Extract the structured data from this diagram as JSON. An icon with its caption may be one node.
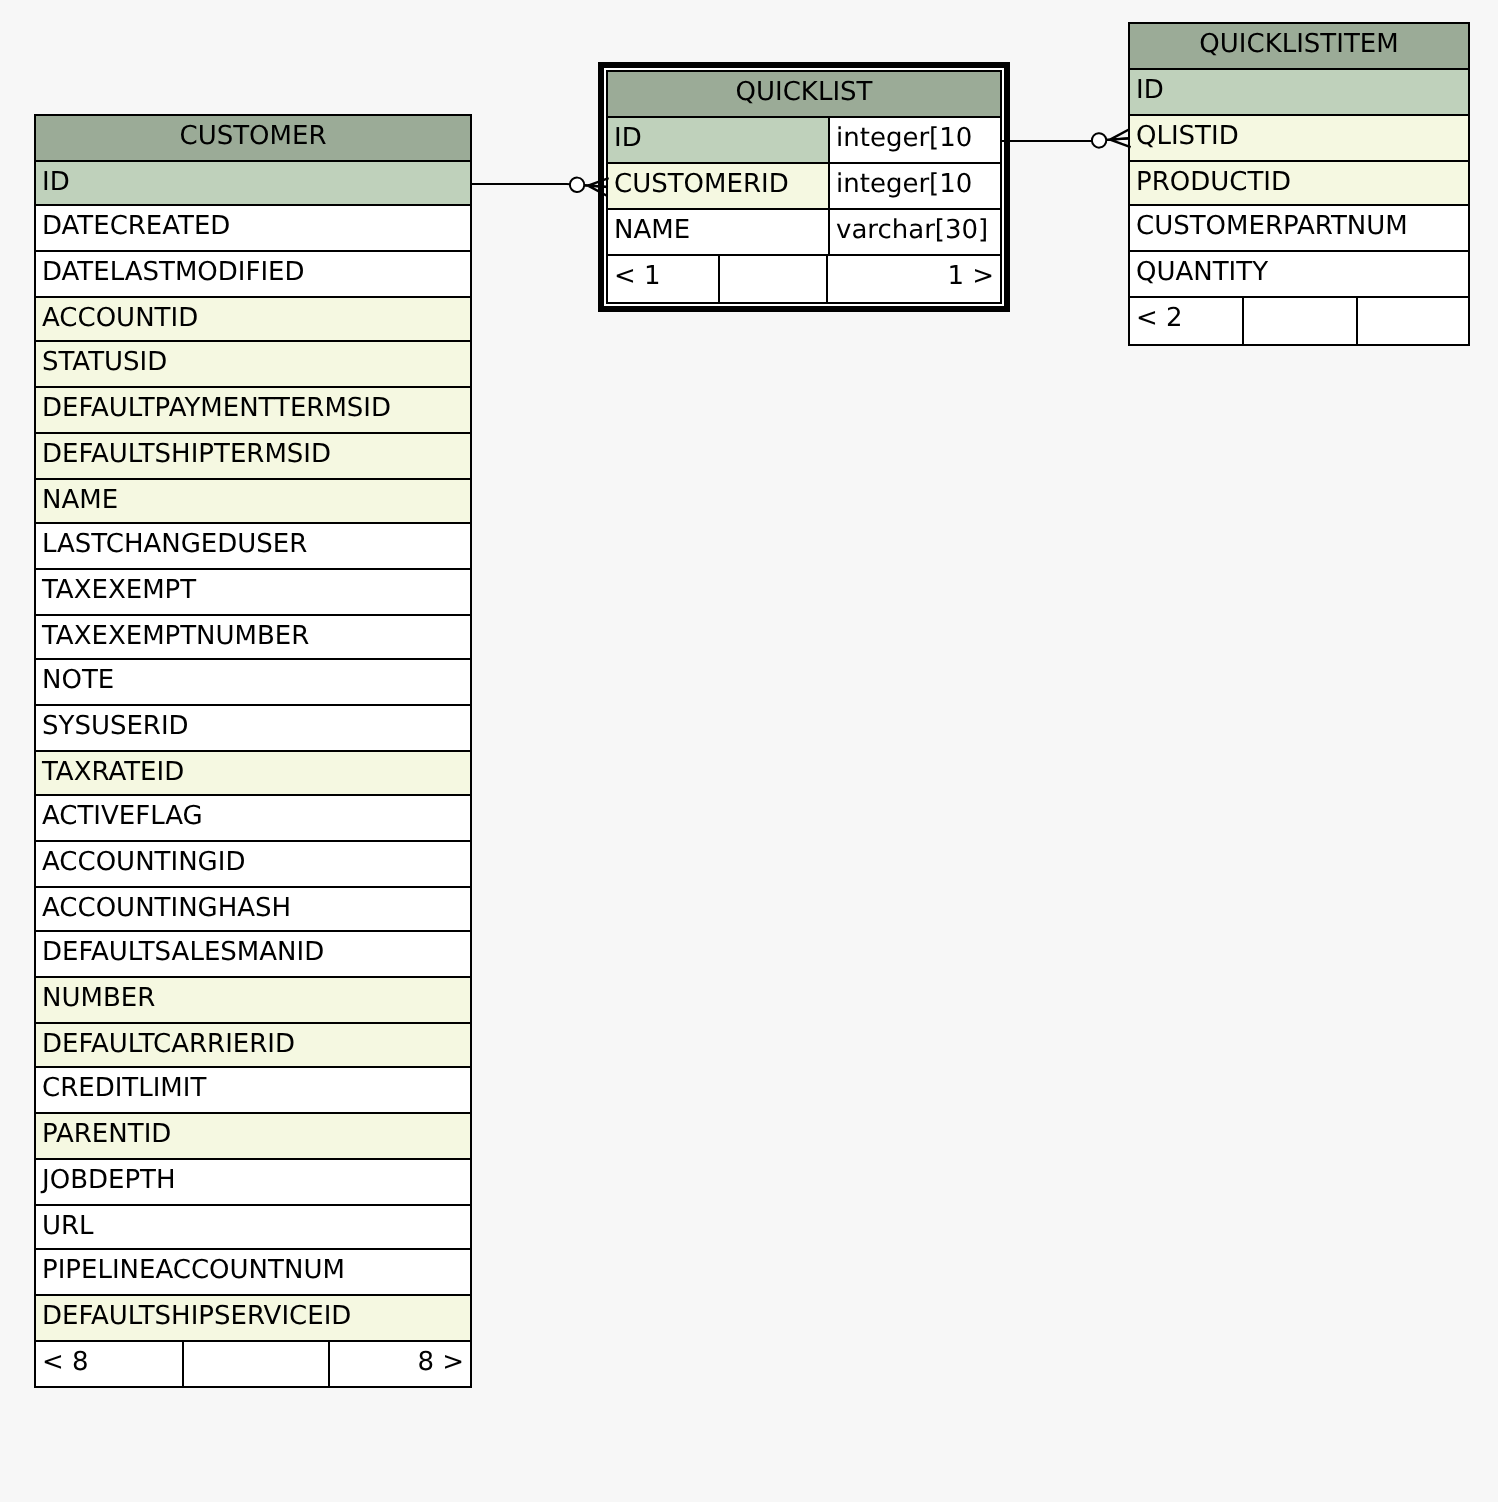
{
  "diagram": {
    "nodes": [
      {
        "text": [
          "CUSTOMER"
        ]
      },
      {
        "text": [
          "ID"
        ],
        "in": 0
      },
      {
        "text": [
          "DATECREATED"
        ],
        "in": 0
      },
      {
        "text": [
          "DATELASTMODIFIED"
        ],
        "in": 0
      },
      {
        "text": [
          "ACCOUNTID"
        ],
        "in": 0
      },
      {
        "text": [
          "STATUSID"
        ],
        "in": 0
      },
      {
        "text": [
          "DEFAULTPAYMENTTERMSID"
        ],
        "in": 0
      },
      {
        "text": [
          "DEFAULTSHIPTERMSID"
        ],
        "in": 0
      },
      {
        "text": [
          "NAME"
        ],
        "in": 0
      },
      {
        "text": [
          "LASTCHANGEDUSER"
        ],
        "in": 0
      },
      {
        "text": [
          "TAXEXEMPT"
        ],
        "in": 0
      },
      {
        "text": [
          "TAXEXEMPTNUMBER"
        ],
        "in": 0
      },
      {
        "text": [
          "NOTE"
        ],
        "in": 0
      },
      {
        "text": [
          "SYSUSERID"
        ],
        "in": 0
      },
      {
        "text": [
          "TAXRATEID"
        ],
        "in": 0
      },
      {
        "text": [
          "ACTIVEFLAG"
        ],
        "in": 0
      },
      {
        "text": [
          "ACCOUNTINGID"
        ],
        "in": 0
      },
      {
        "text": [
          "ACCOUNTINGHASH"
        ],
        "in": 0
      },
      {
        "text": [
          "DEFAULTSALESMANID"
        ],
        "in": 0
      },
      {
        "text": [
          "NUMBER"
        ],
        "in": 0
      },
      {
        "text": [
          "DEFAULTCARRIERID"
        ],
        "in": 0
      },
      {
        "text": [
          "CREDITLIMIT"
        ],
        "in": 0
      },
      {
        "text": [
          "PARENTID"
        ],
        "in": 0
      },
      {
        "text": [
          "JOBDEPTH"
        ],
        "in": 0
      },
      {
        "text": [
          "URL"
        ],
        "in": 0
      },
      {
        "text": [
          "PIPELINEACCOUNTNUM"
        ],
        "in": 0
      },
      {
        "text": [
          "DEFAULTSHIPSERVICEID"
        ],
        "in": 0
      },
      {
        "text": [
          "< 8",
          "8 >"
        ],
        "in": 0
      },
      {
        "text": [
          "QUICKLIST"
        ]
      },
      {
        "text": [
          "ID",
          "integer[10"
        ],
        "in": 28
      },
      {
        "text": [
          "CUSTOMERID",
          "integer[10"
        ],
        "in": 28
      },
      {
        "text": [
          "NAME",
          "varchar[30]"
        ],
        "in": 28
      },
      {
        "text": [
          "< 1",
          "1 >"
        ],
        "in": 28
      },
      {
        "text": [
          "QUICKLISTITEM"
        ]
      },
      {
        "text": [
          "ID"
        ],
        "in": 33
      },
      {
        "text": [
          "QLISTID"
        ],
        "in": 33
      },
      {
        "text": [
          "PRODUCTID"
        ],
        "in": 33
      },
      {
        "text": [
          "CUSTOMERPARTNUM"
        ],
        "in": 33
      },
      {
        "text": [
          "QUANTITY"
        ],
        "in": 33
      },
      {
        "text": [
          "< 2"
        ],
        "in": 33
      }
    ],
    "edges": [
      {
        "from": 1,
        "to": 30,
        "arrow": "other"
      },
      {
        "from": 29,
        "to": 35,
        "arrow": "other"
      }
    ]
  }
}
